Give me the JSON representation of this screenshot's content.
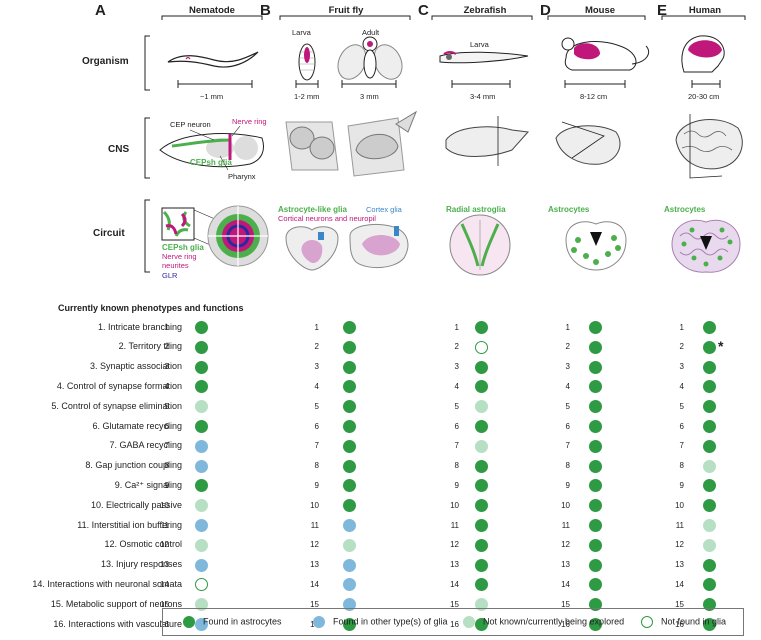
{
  "panels": [
    {
      "letter": "A",
      "species": "Nematode",
      "scale": "~1 mm"
    },
    {
      "letter": "B",
      "species": "Fruit fly",
      "scale": "1-2 mm",
      "scale2": "3 mm",
      "stage1": "Larva",
      "stage2": "Adult"
    },
    {
      "letter": "C",
      "species": "Zebrafish",
      "scale": "3-4 mm",
      "stage1": "Larva"
    },
    {
      "letter": "D",
      "species": "Mouse",
      "scale": "8-12 cm"
    },
    {
      "letter": "E",
      "species": "Human",
      "scale": "20-30 cm"
    }
  ],
  "row_labels": {
    "organism": "Organism",
    "cns": "CNS",
    "circuit": "Circuit"
  },
  "cns_labels": {
    "cep_neuron": "CEP neuron",
    "nerve_ring": "Nerve ring",
    "cepsh_glia": "CEPsh glia",
    "pharynx": "Pharynx"
  },
  "circuit_labels": {
    "nematode": {
      "glia": "CEPsh glia",
      "neurites": "Nerve ring neurites",
      "glr": "GLR"
    },
    "fly": {
      "glia": "Astrocyte-like glia",
      "cortex": "Cortex glia",
      "neurons": "Cortical neurons and neuropil"
    },
    "zebrafish": "Radial astroglia",
    "mouse": "Astrocytes",
    "human": "Astrocytes"
  },
  "colors": {
    "found_astro": "#2e9a44",
    "other_glia": "#80b8dc",
    "unknown": "#b7dfc3",
    "not_found": "#ffffff",
    "magenta": "#c0187a",
    "glia_green": "#4caf4c",
    "glr_blue": "#2a2a9c"
  },
  "phenotypes_header": "Currently known phenotypes and functions",
  "phenotypes": [
    "1. Intricate branching",
    "2. Territory tiling",
    "3. Synaptic association",
    "4. Control of synapse formation",
    "5. Control of synapse elimination",
    "6. Glutamate recycling",
    "7. GABA recycling",
    "8. Gap junction coupling",
    "9. Ca²⁺ signaling",
    "10. Electrically passive",
    "11. Interstitial ion buffering",
    "12. Osmotic control",
    "13. Injury responses",
    "14. Interactions with neuronal somata",
    "15. Metabolic support of neurons",
    "16. Interactions with vasculature"
  ],
  "row_numbers": [
    "1",
    "2",
    "3",
    "4",
    "5",
    "6",
    "7",
    "8",
    "9",
    "10",
    "11",
    "12",
    "13",
    "14",
    "15",
    "16"
  ],
  "matrix": [
    [
      "F",
      "F",
      "F",
      "F",
      "F"
    ],
    [
      "F",
      "F",
      "N",
      "F",
      "F"
    ],
    [
      "F",
      "F",
      "F",
      "F",
      "F"
    ],
    [
      "F",
      "F",
      "F",
      "F",
      "F"
    ],
    [
      "U",
      "F",
      "U",
      "F",
      "F"
    ],
    [
      "F",
      "F",
      "F",
      "F",
      "F"
    ],
    [
      "O",
      "F",
      "U",
      "F",
      "F"
    ],
    [
      "O",
      "F",
      "F",
      "F",
      "U"
    ],
    [
      "F",
      "F",
      "F",
      "F",
      "F"
    ],
    [
      "U",
      "F",
      "F",
      "F",
      "F"
    ],
    [
      "O",
      "O",
      "F",
      "F",
      "U"
    ],
    [
      "U",
      "U",
      "F",
      "F",
      "U"
    ],
    [
      "O",
      "O",
      "F",
      "F",
      "F"
    ],
    [
      "N",
      "O",
      "F",
      "F",
      "F"
    ],
    [
      "U",
      "O",
      "U",
      "F",
      "F"
    ],
    [
      "O",
      "F",
      "F",
      "F",
      "F"
    ]
  ],
  "asterisk": "*",
  "legend": [
    {
      "code": "F",
      "label": "Found in astrocytes"
    },
    {
      "code": "O",
      "label": "Found in other type(s) of glia"
    },
    {
      "code": "U",
      "label": "Not known/currently being explored"
    },
    {
      "code": "N",
      "label": "Not found in glia"
    }
  ]
}
